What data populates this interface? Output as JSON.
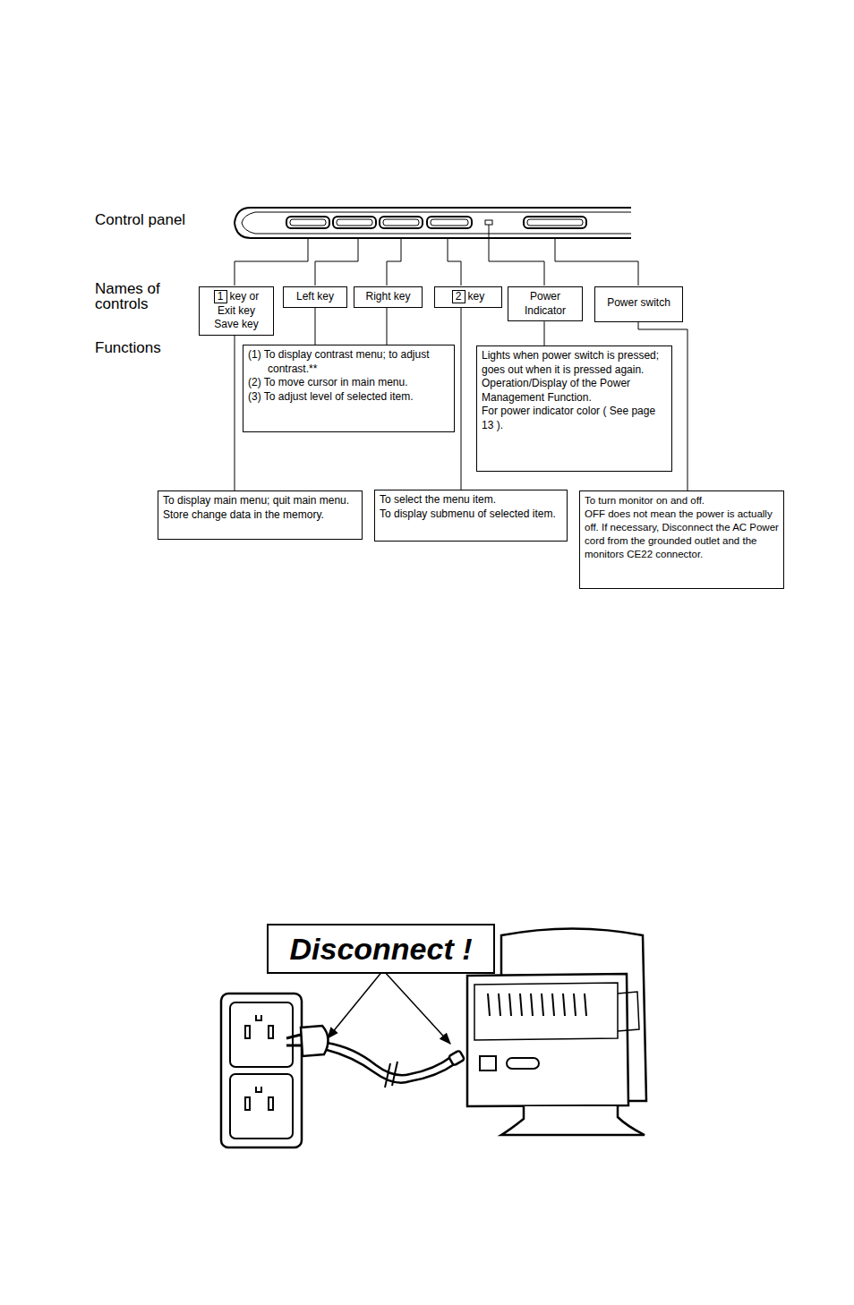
{
  "diagram": {
    "nodes": [
      {
        "text": [
          "1",
          "key or Exit key Save key"
        ]
      },
      {
        "text": [
          "Left key"
        ]
      },
      {
        "text": [
          "Right key"
        ]
      },
      {
        "text": [
          "2",
          "key"
        ]
      },
      {
        "text": [
          "Power Indicator"
        ]
      },
      {
        "text": [
          "Power switch"
        ]
      },
      {
        "text": [
          "(1) To display contrast menu; to adjust contrast.**",
          "(2) To move cursor in main menu.",
          "(3) To adjust level of selected item."
        ]
      },
      {
        "text": [
          "Lights when power switch is pressed; goes out when it is pressed again.",
          "Operation/Display of the Power Management Function.",
          "For power indicator color ( See page 13 )."
        ]
      },
      {
        "text": [
          "To display main menu; quit main menu. Store change data in the memory."
        ]
      },
      {
        "text": [
          "To select the menu item.",
          "To display submenu of selected item."
        ]
      },
      {
        "text": [
          "To turn monitor on and off.",
          "OFF does not mean the power is actually off. If necessary, Disconnect the AC Power cord from the grounded outlet and the monitors CE22 connector."
        ]
      },
      {
        "text": [
          "Disconnect !"
        ]
      }
    ],
    "edges": [
      {
        "from": 0,
        "to": 8,
        "arrow": "none"
      },
      {
        "from": 1,
        "to": 6,
        "arrow": "none"
      },
      {
        "from": 2,
        "to": 6,
        "arrow": "none"
      },
      {
        "from": 3,
        "to": 9,
        "arrow": "none"
      },
      {
        "from": 4,
        "to": 7,
        "arrow": "none"
      },
      {
        "from": 5,
        "to": 10,
        "arrow": "none"
      }
    ],
    "labels": [
      "Control panel",
      "Names of controls",
      "Functions"
    ]
  }
}
